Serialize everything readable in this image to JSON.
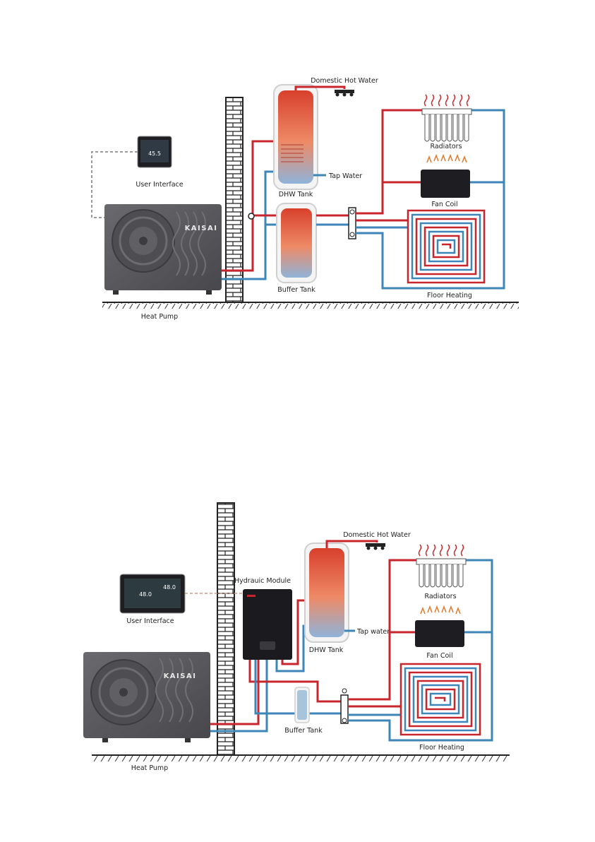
{
  "colors": {
    "hot_pipe": "#c8262c",
    "cold_pipe": "#3d86b8",
    "control_cable": "#9a9a9a",
    "heat_pump_body": "#5a5a5e",
    "wall": "#ffffff",
    "ground": "#333333"
  },
  "diagram1": {
    "labels": {
      "domestic_hot_water": "Domestic Hot Water",
      "radiators": "Radiators",
      "user_interface": "User Interface",
      "tap_water": "Tap Water",
      "dhw_tank": "DHW Tank",
      "fan_coil": "Fan Coil",
      "buffer_tank": "Buffer Tank",
      "floor_heating": "Floor Heating",
      "heat_pump": "Heat Pump"
    },
    "heat_pump_brand": "KAISAI",
    "ui_screen_value": "45.5"
  },
  "diagram2": {
    "labels": {
      "domestic_hot_water": "Domestic Hot Water",
      "hydraulic_module": "Hydrauic Module",
      "user_interface": "User Interface",
      "radiators": "Radiators",
      "tap_water": "Tap water",
      "dhw_tank": "DHW Tank",
      "fan_coil": "Fan Coil",
      "buffer_tank": "Buffer Tank",
      "floor_heating": "Floor Heating",
      "heat_pump": "Heat Pump"
    },
    "heat_pump_brand": "KAISAI",
    "ui_screen_left_value": "48.0",
    "ui_screen_right_value": "48.0"
  }
}
